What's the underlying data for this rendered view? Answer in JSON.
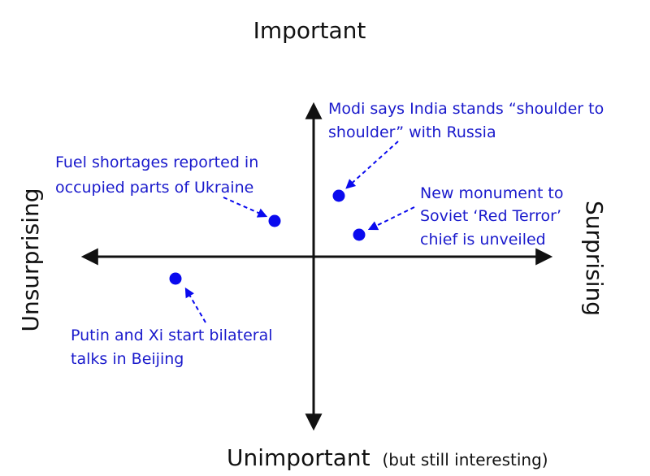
{
  "axes": {
    "top_label": "Important",
    "bottom_label": "Unimportant",
    "bottom_note": "(but still interesting)",
    "left_label": "Unsurprising",
    "right_label": "Surprising"
  },
  "colors": {
    "axis": "#111111",
    "point": "#0a0aee",
    "annotation_text": "#1a1acc"
  },
  "points": [
    {
      "id": "modi",
      "lines": [
        "Modi says India stands “shoulder to",
        "shoulder” with Russia"
      ]
    },
    {
      "id": "fuel",
      "lines": [
        "Fuel shortages reported in",
        "occupied parts of Ukraine"
      ]
    },
    {
      "id": "monument",
      "lines": [
        "New monument to",
        "Soviet ‘Red Terror’",
        "chief is unveiled"
      ]
    },
    {
      "id": "putin",
      "lines": [
        "Putin and Xi start bilateral",
        "talks in Beijing"
      ]
    }
  ]
}
